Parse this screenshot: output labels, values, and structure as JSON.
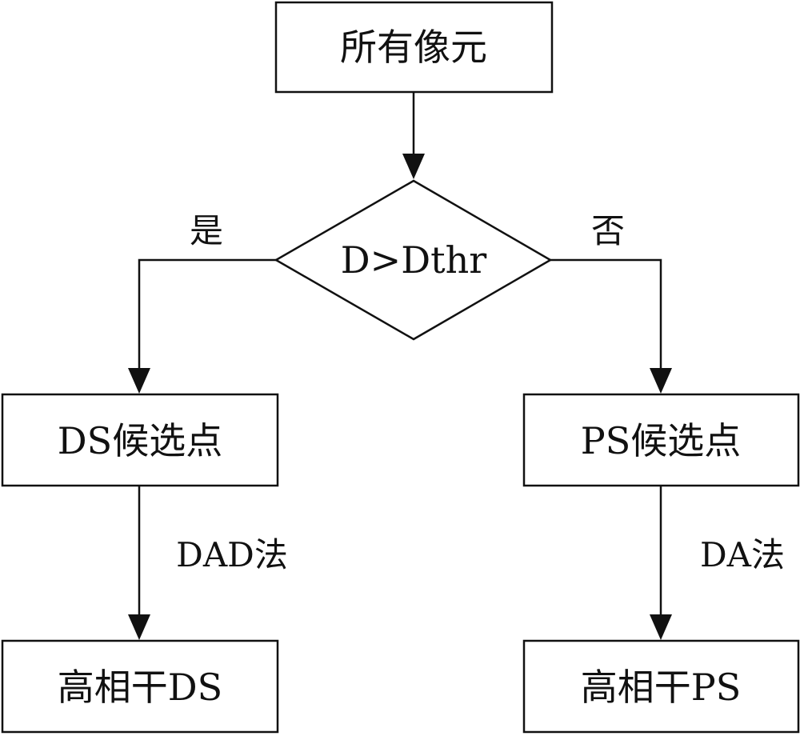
{
  "diagram": {
    "nodes": {
      "all_pixels": "所有像元",
      "decision": "D>Dthr",
      "ds_candidates": "DS候选点",
      "ps_candidates": "PS候选点",
      "high_coherence_ds": "高相干DS",
      "high_coherence_ps": "高相干PS"
    },
    "edges": {
      "yes": "是",
      "no": "否",
      "dad_method": "DAD法",
      "da_method": "DA法"
    }
  }
}
